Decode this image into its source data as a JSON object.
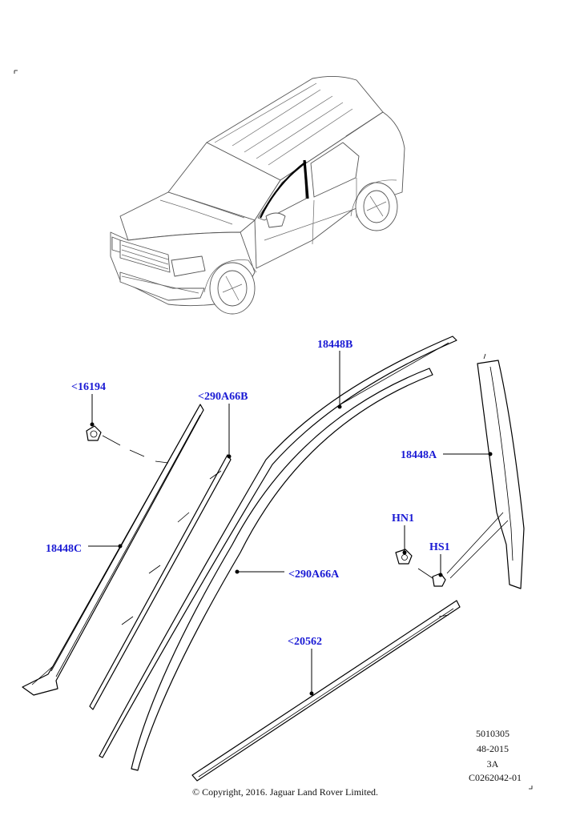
{
  "parts": {
    "p18448B": "18448B",
    "p16194": "<16194",
    "p290A66B": "<290A66B",
    "p18448A": "18448A",
    "p18448C": "18448C",
    "pHN1": "HN1",
    "pHS1": "HS1",
    "p290A66A": "<290A66A",
    "p20562": "<20562"
  },
  "footer": {
    "code1": "5010305",
    "code2": "48-2015",
    "code3": "3A",
    "code4": "C0262042-01",
    "copyright": "© Copyright, 2016. Jaguar Land Rover Limited."
  }
}
